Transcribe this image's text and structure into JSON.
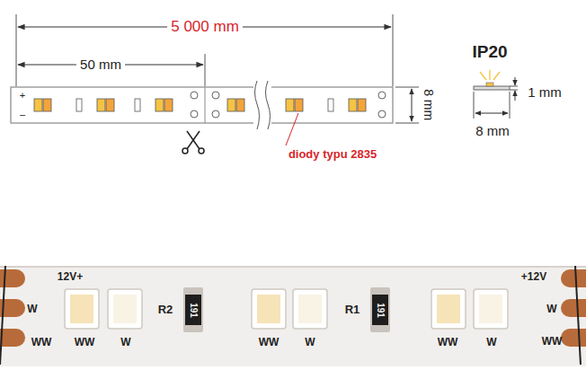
{
  "diagram": {
    "labels": [
      "5 000 mm",
      "50 mm",
      "+",
      "–",
      "8 mm",
      "IP20",
      "1 mm",
      "8 mm",
      "diody typu 2835",
      "12V+",
      "W",
      "WW",
      "WW",
      "W",
      "R2",
      "191",
      "WW",
      "W",
      "R1",
      "191",
      "WW",
      "W",
      "+12V",
      "W",
      "WW"
    ]
  }
}
